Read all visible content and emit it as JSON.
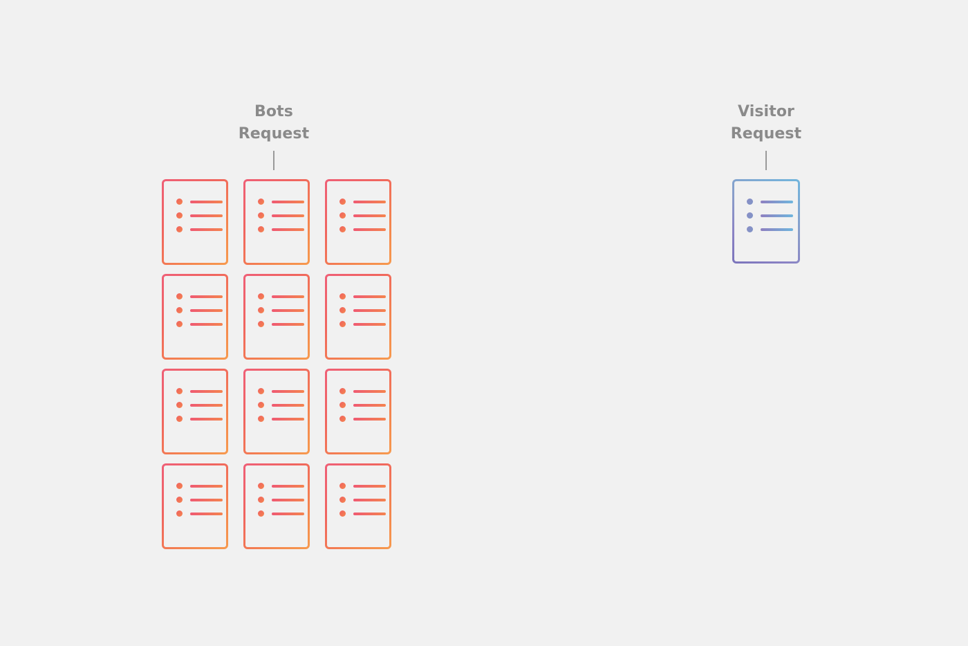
{
  "background_color": "#f1f1f1",
  "groups": [
    {
      "id": "bots",
      "title": "Bots\nRequest",
      "title_color": "#8a8a8a",
      "accent_start": "#ef5f77",
      "accent_end": "#f79a4e",
      "card_count": 12,
      "grid": {
        "columns": 3,
        "rows": 4
      },
      "card_icon": "document-list-icon",
      "bullets_per_card": 3
    },
    {
      "id": "visitor",
      "title": "Visitor\nRequest",
      "title_color": "#8a8a8a",
      "accent_start": "#7b74bb",
      "accent_end": "#71b6dd",
      "card_count": 1,
      "grid": {
        "columns": 1,
        "rows": 1
      },
      "card_icon": "document-list-icon",
      "bullets_per_card": 3
    }
  ]
}
